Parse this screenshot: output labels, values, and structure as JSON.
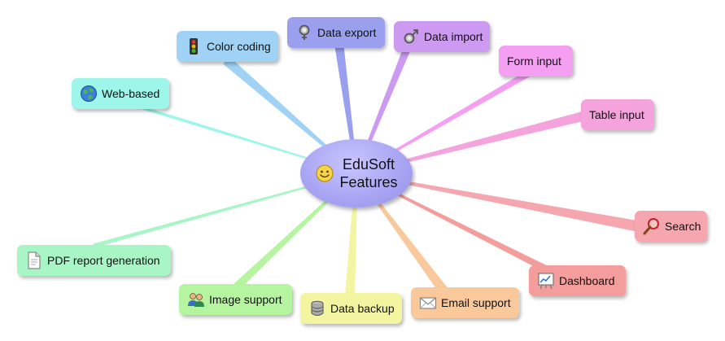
{
  "center": {
    "line1": "EduSoft",
    "line2": "Features",
    "icon": "smiley-icon"
  },
  "nodes": {
    "data_export": {
      "label": "Data export",
      "icon": "female-symbol-icon",
      "color": "#9aa0ee"
    },
    "data_import": {
      "label": "Data import",
      "icon": "male-symbol-icon",
      "color": "#cc9af0"
    },
    "color_coding": {
      "label": "Color coding",
      "icon": "traffic-light-icon",
      "color": "#9fd2f4"
    },
    "form_input": {
      "label": "Form input",
      "icon": "",
      "color": "#f59ff2"
    },
    "web_based": {
      "label": "Web-based",
      "icon": "globe-icon",
      "color": "#9ef5ea"
    },
    "table_input": {
      "label": "Table input",
      "icon": "",
      "color": "#f5a3dc"
    },
    "search": {
      "label": "Search",
      "icon": "magnifier-icon",
      "color": "#f5a6ae"
    },
    "pdf_report": {
      "label": "PDF report generation",
      "icon": "document-icon",
      "color": "#a8f5c6"
    },
    "dashboard": {
      "label": "Dashboard",
      "icon": "chart-board-icon",
      "color": "#f39d9d"
    },
    "image_support": {
      "label": "Image support",
      "icon": "users-icon",
      "color": "#b5f59f"
    },
    "data_backup": {
      "label": "Data backup",
      "icon": "database-icon",
      "color": "#f3f5a0"
    },
    "email_support": {
      "label": "Email support",
      "icon": "envelope-icon",
      "color": "#f9c99c"
    }
  }
}
